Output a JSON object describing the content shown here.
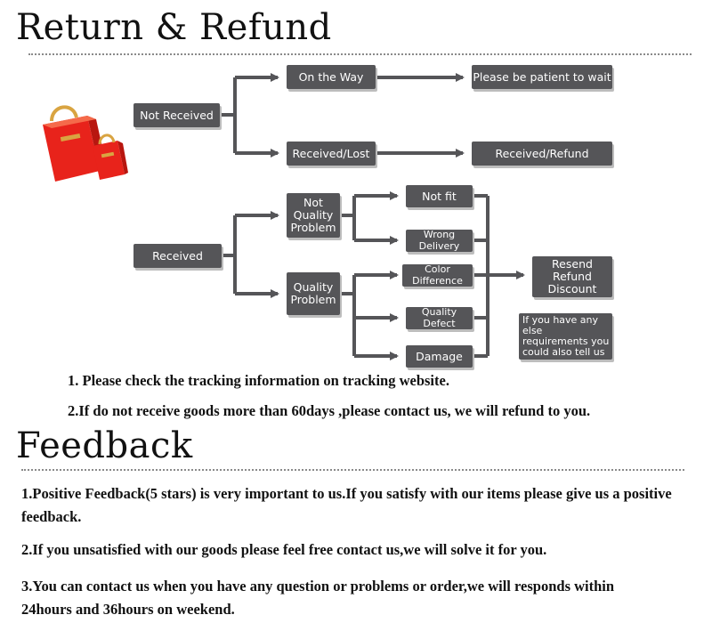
{
  "return_section": {
    "heading": "Return & Refund",
    "flow": {
      "not_received": "Not Received",
      "on_the_way": "On the Way",
      "be_patient": "Please be patient to wait",
      "received_lost": "Received/Lost",
      "received_refund": "Received/Refund",
      "received": "Received",
      "not_quality_problem": "Not\nQuality\nProblem",
      "quality_problem": "Quality\nProblem",
      "not_fit": "Not fit",
      "wrong_delivery": "Wrong Delivery",
      "color_difference": "Color Difference",
      "quality_defect": "Quality Defect",
      "damage": "Damage",
      "resolution": "Resend\nRefund\nDiscount",
      "else_note": "If you have any else\nrequirements you\ncould also tell us"
    },
    "notes": [
      "1. Please check the tracking information on tracking website.",
      "2.If do not receive goods more than 60days ,please contact us, we will refund to you."
    ]
  },
  "feedback_section": {
    "heading": "Feedback",
    "notes": [
      "1.Positive Feedback(5 stars) is very important to us.If you satisfy with our items please give us a positive feedback.",
      "2.If you unsatisfied with our goods please feel free contact us,we will solve it for you.",
      "3.You can contact us when you have any question or problems or order,we will responds within 24hours and 36hours on weekend."
    ]
  },
  "colors": {
    "box": "#555558",
    "connector": "#555558",
    "bag_red": "#e8231b",
    "bag_gold": "#d9a441"
  },
  "icons": {
    "bag": "shopping-bag-icon"
  }
}
